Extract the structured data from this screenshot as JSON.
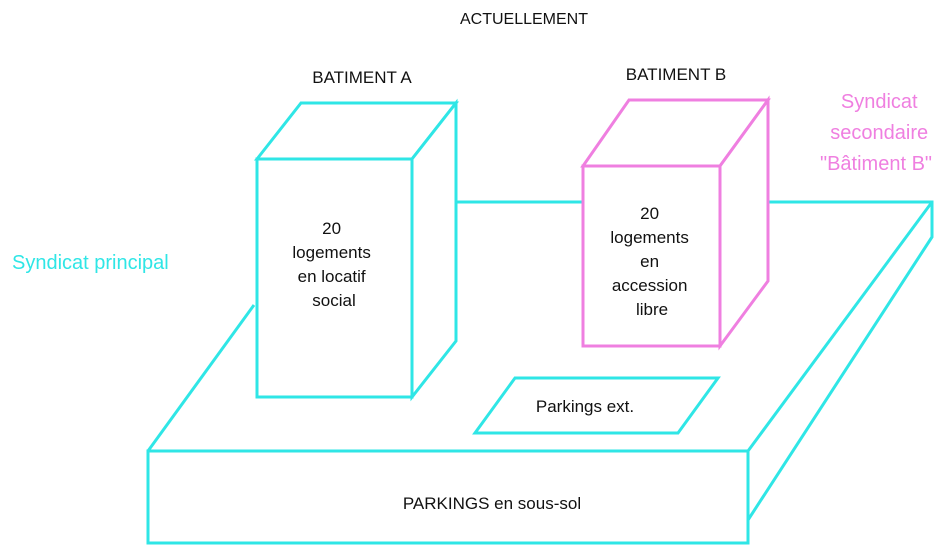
{
  "title": "ACTUELLEMENT",
  "colors": {
    "principal": "#2fe6e6",
    "secondaire": "#ef7fe0",
    "text": "#111111",
    "background": "#ffffff"
  },
  "building_a": {
    "title": "BATIMENT A",
    "lines": [
      "20",
      "logements",
      "en locatif",
      "social"
    ]
  },
  "building_b": {
    "title": "BATIMENT B",
    "lines": [
      "20",
      "logements",
      "en",
      "accession",
      "libre"
    ]
  },
  "parkings_ext": "Parkings ext.",
  "parkings_sous_sol": "PARKINGS en sous-sol",
  "syndicat_principal": "Syndicat principal",
  "syndicat_secondaire": [
    "Syndicat",
    "secondaire",
    "\"Bâtiment B\""
  ]
}
